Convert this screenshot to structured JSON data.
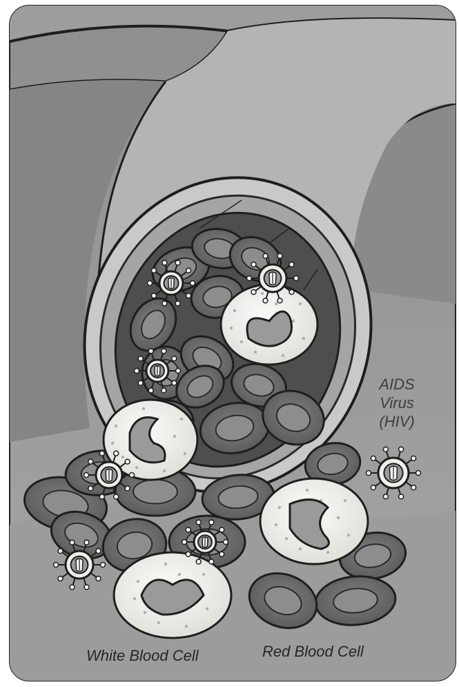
{
  "labels": {
    "virus": [
      "AIDS",
      "Virus",
      "(HIV)"
    ],
    "white_blood_cell": "White Blood Cell",
    "red_blood_cell": "Red Blood Cell"
  },
  "colors": {
    "frame_background": "#9a9a9a",
    "tissue_light": "#a9a9a9",
    "vessel_wall": "#c4c4c4",
    "vessel_interior": "#555555",
    "red_cell": "#6e6e6e",
    "red_cell_center": "#8c8c8c",
    "white_cell": "#f2f2ee",
    "outline": "#1e1e1e"
  }
}
